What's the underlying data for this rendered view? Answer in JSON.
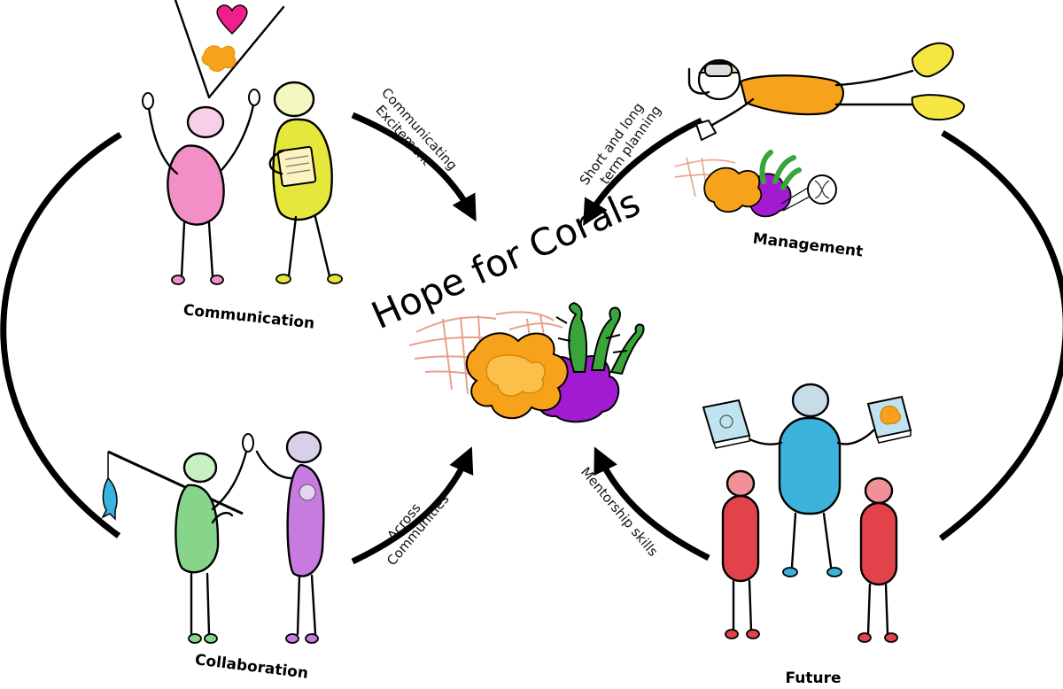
{
  "title": "Hope for Corals",
  "sections": {
    "communication": "Communication",
    "management": "Management",
    "collaboration": "Collaboration",
    "future": "Future"
  },
  "arrows": {
    "top_left_line1": "Communicating",
    "top_left_line2": "Excitement",
    "top_right_line1": "Short and long",
    "top_right_line2": "term planning",
    "bottom_left_line1": "Across",
    "bottom_left_line2": "Communities",
    "bottom_right": "Mentorship skills"
  },
  "colors": {
    "pink_person": "#f28fc7",
    "yellow_person": "#e5e83a",
    "green_person": "#86d58a",
    "purple_person": "#c77be0",
    "blue_person": "#3bb3dd",
    "red_person": "#e2434b",
    "coral_orange": "#f7a21b",
    "coral_purple": "#a21bd1",
    "coral_green": "#3aa53a",
    "coral_salmon": "#e8a08a",
    "heart": "#f0208a",
    "fish": "#39b4dd"
  }
}
